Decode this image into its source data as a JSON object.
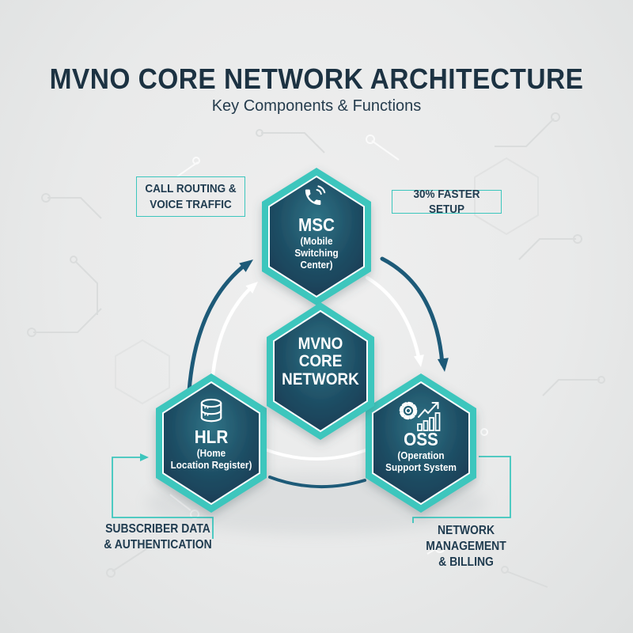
{
  "header": {
    "title": "MVNO CORE NETWORK ARCHITECTURE",
    "subtitle": "Key Components & Functions"
  },
  "callouts": {
    "top_left": {
      "label": "CALL ROUTING &\nVOICE TRAFFIC"
    },
    "top_right": {
      "label": "30% FASTER SETUP"
    },
    "bottom_left": {
      "label": "SUBSCRIBER DATA\n& AUTHENTICATION"
    },
    "bottom_right": {
      "label": "NETWORK\nMANAGEMENT\n& BILLING"
    }
  },
  "nodes": {
    "center": {
      "label": "MVNO\nCORE\nNETWORK"
    },
    "msc": {
      "abbr": "MSC",
      "full": "(Mobile\nSwitching\nCenter)",
      "icon": "phone-signal-icon"
    },
    "hlr": {
      "abbr": "HLR",
      "full": "(Home\nLocation Register)",
      "icon": "database-icon"
    },
    "oss": {
      "abbr": "OSS",
      "full": "(Operation\nSupport System",
      "icon": "gear-growth-chart-icon"
    }
  },
  "colors": {
    "teal_accent": "#3cc6bd",
    "navy_text": "#1c3242",
    "arrow_dark": "#1d5a78",
    "arrow_light": "#ffffff",
    "hex_fill_light": "#2f7386",
    "hex_fill_dark": "#142f49",
    "background": "#e9eaea"
  }
}
